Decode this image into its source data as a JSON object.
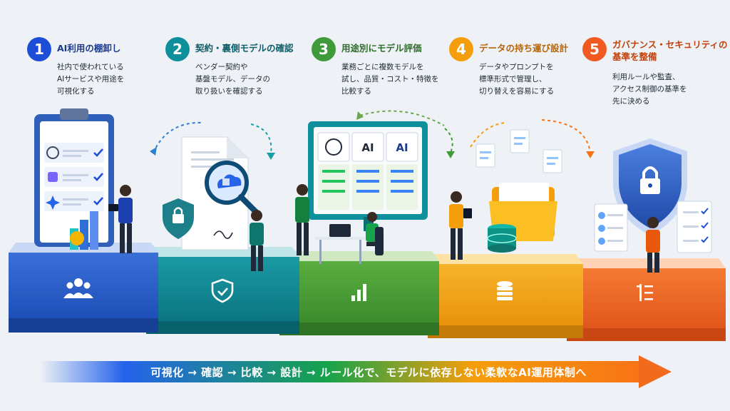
{
  "steps": [
    {
      "number": "1",
      "title": "AI利用の棚卸し",
      "desc": [
        "社内で使われている",
        "AIサービスや用途を",
        "可視化する"
      ],
      "color": "#1d4ed8",
      "title_color": "#1e3a8a"
    },
    {
      "number": "2",
      "title": "契約・裏側モデルの確認",
      "desc": [
        "ベンダー契約や",
        "基盤モデル、データの",
        "取り扱いを確認する"
      ],
      "color": "#0e8f9c",
      "title_color": "#0f5f6a"
    },
    {
      "number": "3",
      "title": "用途別にモデル評価",
      "desc": [
        "業務ごとに複数モデルを",
        "試し、品質・コスト・特徴を",
        "比較する"
      ],
      "color": "#3f9b3a",
      "title_color": "#2e6f2a"
    },
    {
      "number": "4",
      "title": "データの持ち運び設計",
      "desc": [
        "データやプロンプトを",
        "標準形式で管理し、",
        "切り替えを容易にする"
      ],
      "color": "#f59e0b",
      "title_color": "#b8650a"
    },
    {
      "number": "5",
      "title": [
        "ガバナンス・セキュリティの",
        "基準を整備"
      ],
      "desc": [
        "利用ルールや監査、",
        "アクセス制御の基準を",
        "先に決める"
      ],
      "color": "#f05a22",
      "title_color": "#c2410c"
    }
  ],
  "icons": {
    "step1": "people-icon",
    "step2": "shield-check-icon",
    "step3": "bar-chart-icon",
    "step4": "database-icon",
    "step5": "checklist-icon"
  },
  "ai_cards": [
    "AI",
    "AI"
  ],
  "banner": "可視化 → 確認 → 比較 → 設計 → ルール化で、モデルに依存しない柔軟なAI運用体制へ"
}
